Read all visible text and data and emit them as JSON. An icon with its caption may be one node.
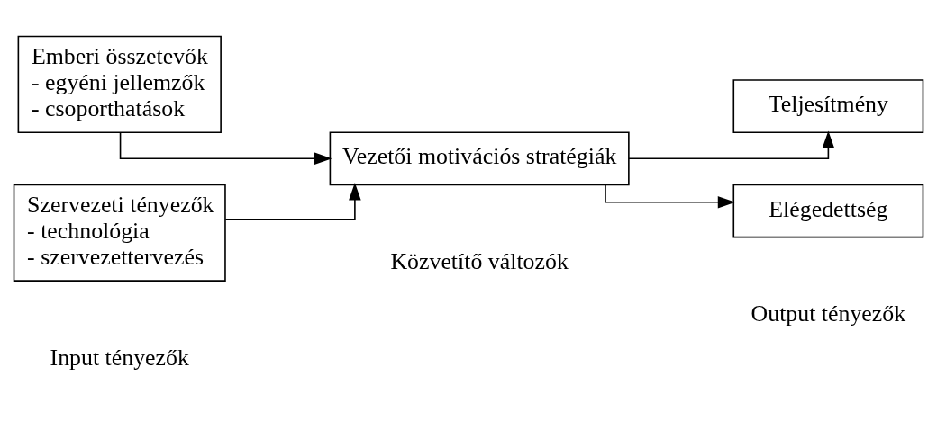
{
  "diagram": {
    "nodes": [
      {
        "text": [
          "Emberi összetevők",
          "- egyéni jellemzők",
          "- csoporthatások"
        ]
      },
      {
        "text": [
          "Szervezeti tényezők",
          "- technológia",
          "- szervezettervezés"
        ]
      },
      {
        "text": [
          "Vezetői motivációs stratégiák"
        ]
      },
      {
        "text": [
          "Teljesítmény"
        ]
      },
      {
        "text": [
          "Elégedettség"
        ]
      }
    ],
    "edges": [
      {
        "from": 0,
        "to": 2,
        "arrow": "to"
      },
      {
        "from": 1,
        "to": 2,
        "arrow": "to"
      },
      {
        "from": 2,
        "to": 3,
        "arrow": "to"
      },
      {
        "from": 2,
        "to": 4,
        "arrow": "to"
      }
    ],
    "labels": [
      "Input tényezők",
      "Output tényezők",
      "Közvetítő változók"
    ]
  }
}
